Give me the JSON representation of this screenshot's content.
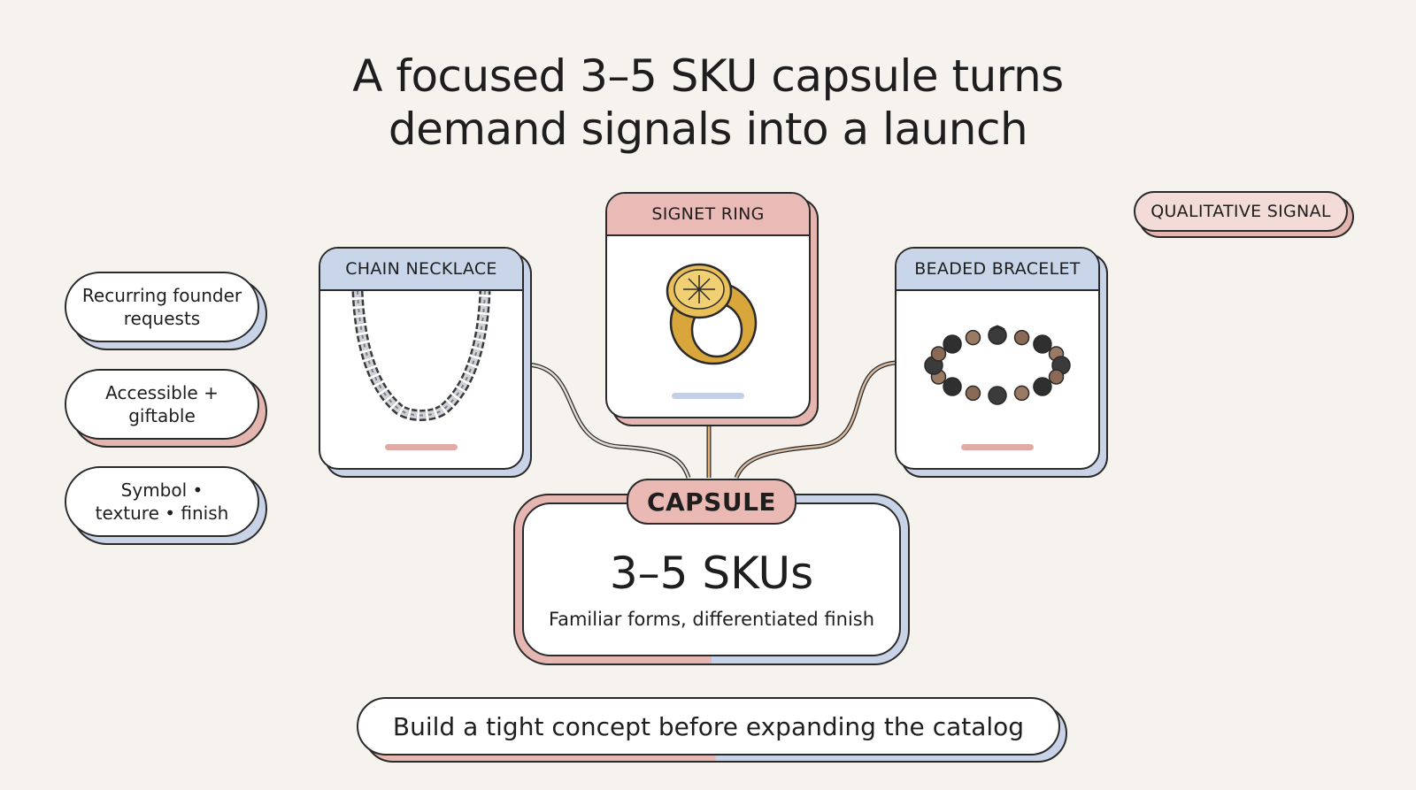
{
  "title": {
    "line1": "A focused 3–5 SKU capsule turns",
    "line2": "demand signals into a launch"
  },
  "signals": [
    {
      "line1": "Recurring founder",
      "line2": "requests"
    },
    {
      "line1": "Accessible +",
      "line2": "giftable"
    },
    {
      "line1": "Symbol •",
      "line2": "texture • finish"
    }
  ],
  "legend": {
    "label": "QUALITATIVE SIGNAL"
  },
  "products": [
    {
      "label": "CHAIN NECKLACE",
      "icon": "chain-necklace-icon"
    },
    {
      "label": "SIGNET RING",
      "icon": "signet-ring-icon"
    },
    {
      "label": "BEADED BRACELET",
      "icon": "beaded-bracelet-icon"
    }
  ],
  "capsule": {
    "tag": "CAPSULE",
    "count": "3–5 SKUs",
    "subtitle": "Familiar forms, differentiated finish"
  },
  "footer": {
    "text": "Build a tight concept before expanding the catalog"
  },
  "colors": {
    "background": "#f6f3ee",
    "pink": "#eabab6",
    "blue": "#c9d6ea",
    "outline": "#2a2a2a"
  }
}
